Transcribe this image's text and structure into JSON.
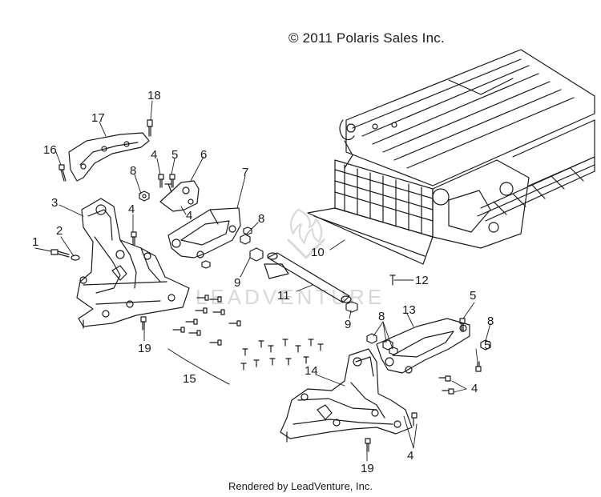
{
  "copyright": "© 2011 Polaris Sales Inc.",
  "footer": "Rendered by LeadVenture, Inc.",
  "watermark": "LEADVENTURE",
  "colors": {
    "line": "#1a1a1a",
    "watermark": "#d8d8d8",
    "background": "#ffffff"
  },
  "callouts": {
    "c1": "1",
    "c2": "2",
    "c3": "3",
    "c4a": "4",
    "c4b": "4",
    "c4c": "4",
    "c4d": "4",
    "c5a": "5",
    "c5b": "5",
    "c5c": "5",
    "c6": "6",
    "c7": "7",
    "c8a": "8",
    "c8b": "8",
    "c8c": "8",
    "c8d": "8",
    "c9a": "9",
    "c9b": "9",
    "c10": "10",
    "c11": "11",
    "c12": "12",
    "c13": "13",
    "c14": "14",
    "c15": "15",
    "c16": "16",
    "c17": "17",
    "c18": "18",
    "c19a": "19",
    "c19b": "19"
  }
}
